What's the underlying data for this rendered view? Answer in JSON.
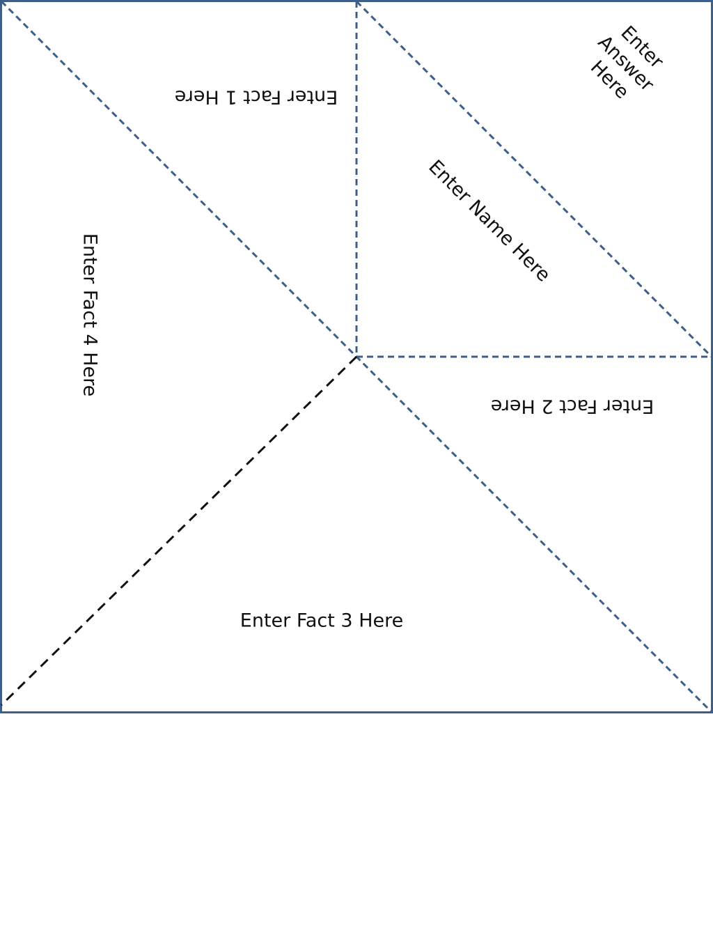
{
  "labels": {
    "fact1": "Enter Fact 1 Here",
    "fact2": "Enter Fact 2 Here",
    "fact3": "Enter Fact 3 Here",
    "fact4": "Enter Fact 4 Here",
    "name": "Enter Name Here",
    "answer_line1": "Enter",
    "answer_line2": "Answer",
    "answer_line3": "Here"
  },
  "colors": {
    "outline": "#3d5f87",
    "fold_blue": "#3d5f87",
    "fold_black": "#111111",
    "text": "#111111"
  }
}
